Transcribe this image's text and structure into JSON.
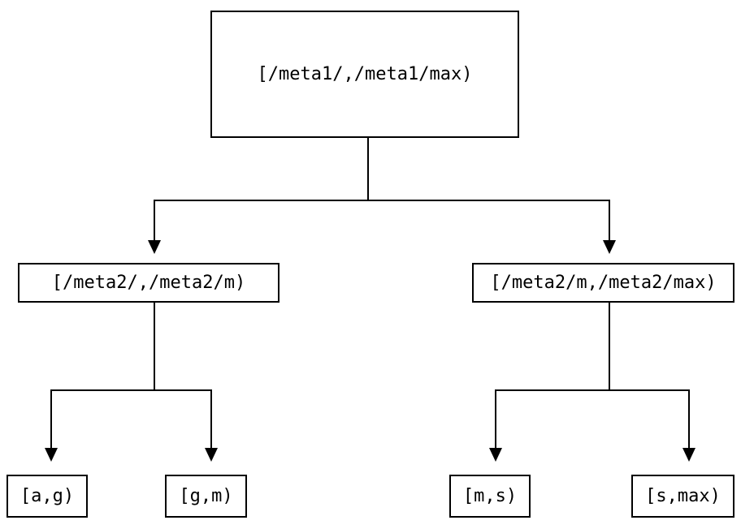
{
  "diagram": {
    "type": "tree",
    "background_color": "#ffffff",
    "line_color": "#000000",
    "text_color": "#000000",
    "nodes": {
      "root": {
        "label": "[/meta1/,/meta1/max)"
      },
      "meta2_low": {
        "label": "[/meta2/,/meta2/m)"
      },
      "meta2_high": {
        "label": "[/meta2/m,/meta2/max)"
      },
      "range_ag": {
        "label": "[a,g)"
      },
      "range_gm": {
        "label": "[g,m)"
      },
      "range_ms": {
        "label": "[m,s)"
      },
      "range_smax": {
        "label": "[s,max)"
      }
    },
    "edges": [
      {
        "from": "root",
        "to": "meta2_low"
      },
      {
        "from": "root",
        "to": "meta2_high"
      },
      {
        "from": "meta2_low",
        "to": "range_ag"
      },
      {
        "from": "meta2_low",
        "to": "range_gm"
      },
      {
        "from": "meta2_high",
        "to": "range_ms"
      },
      {
        "from": "meta2_high",
        "to": "range_smax"
      }
    ]
  }
}
